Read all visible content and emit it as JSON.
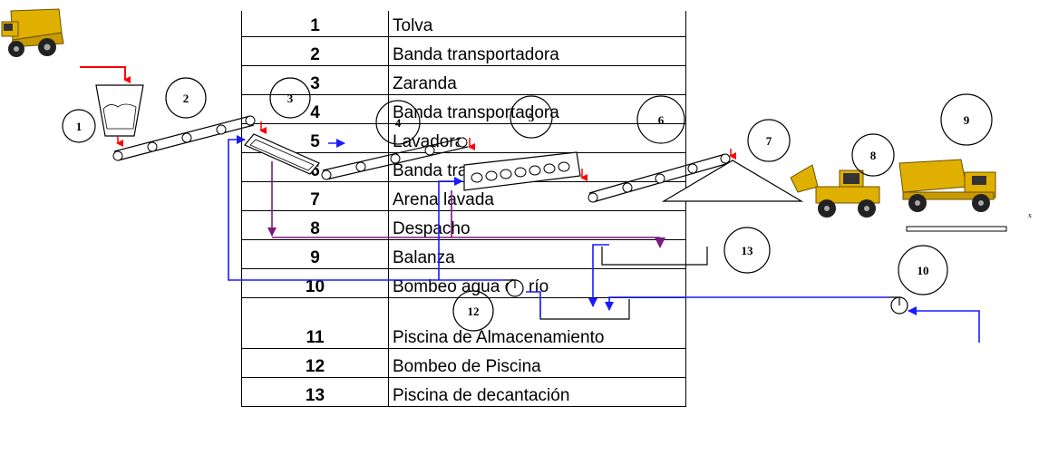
{
  "legend": {
    "rows": [
      {
        "num": "1",
        "label": "Tolva"
      },
      {
        "num": "2",
        "label": "Banda transportadora"
      },
      {
        "num": "3",
        "label": "Zaranda"
      },
      {
        "num": "4",
        "label": "Banda transportadora"
      },
      {
        "num": "5",
        "label": "Lavadora"
      },
      {
        "num": "6",
        "label": "Banda transportadora"
      },
      {
        "num": "7",
        "label": "Arena lavada"
      },
      {
        "num": "8",
        "label": "Despacho"
      },
      {
        "num": "9",
        "label": "Balanza"
      },
      {
        "num": "10",
        "label": "Bombeo agua de río"
      },
      {
        "num": "11",
        "label": "Piscina de Almacenamiento"
      },
      {
        "num": "12",
        "label": "Bombeo de Piscina"
      },
      {
        "num": "13",
        "label": "Piscina de decantación"
      }
    ]
  },
  "callouts": [
    "1",
    "2",
    "3",
    "4",
    "5",
    "6",
    "7",
    "8",
    "9",
    "10",
    "12",
    "13"
  ],
  "colors": {
    "water_line": "#1a1aff",
    "return_line": "#7a1a7a",
    "material_arrow": "#ff0000",
    "truck_body": "#e0b000",
    "wheel": "#222222"
  },
  "icons": [
    "dump-truck-icon",
    "loader-icon",
    "pump-icon"
  ]
}
